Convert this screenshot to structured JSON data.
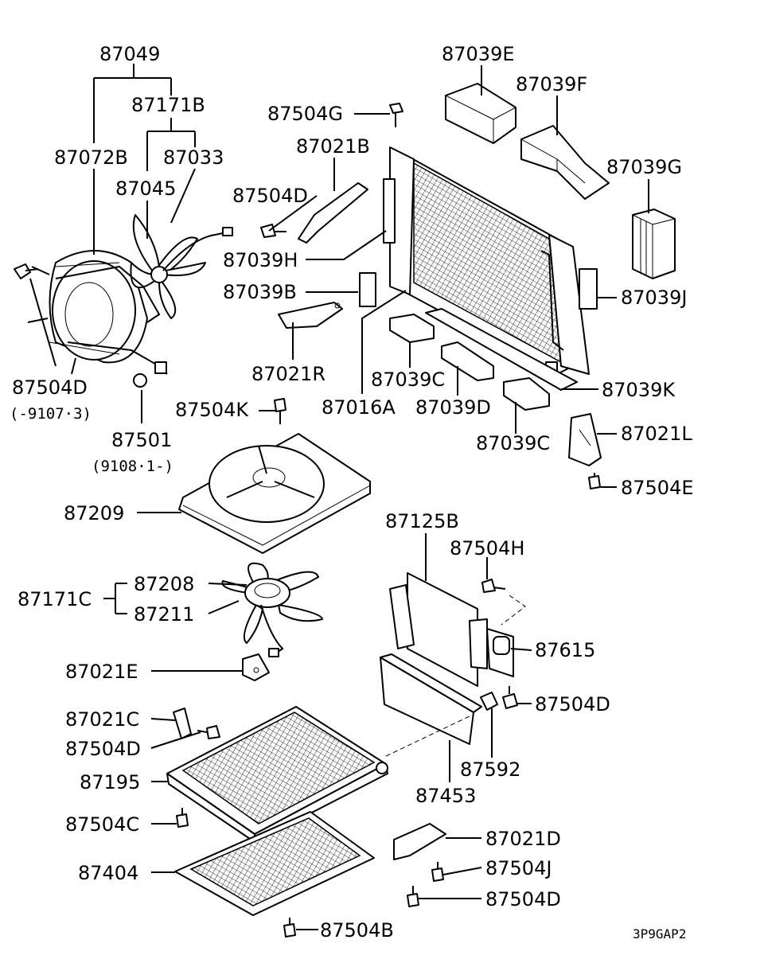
{
  "labels": {
    "p87049": "87049",
    "p87171B": "87171B",
    "p87072B": "87072B",
    "p87033": "87033",
    "p87045": "87045",
    "p87504G": "87504G",
    "p87021B": "87021B",
    "p87504D_top": "87504D",
    "p87039H": "87039H",
    "p87039B": "87039B",
    "p87021R": "87021R",
    "p87039E": "87039E",
    "p87039F": "87039F",
    "p87039G": "87039G",
    "p87039J": "87039J",
    "p87039K": "87039K",
    "p87039C_a": "87039C",
    "p87016A": "87016A",
    "p87039D": "87039D",
    "p87039C_b": "87039C",
    "p87021L": "87021L",
    "p87504E": "87504E",
    "p87504D_left": "87504D",
    "p87504D_left_note": "(-9107·3)",
    "p87504K": "87504K",
    "p87501": "87501",
    "p87501_note": "(9108·1-)",
    "p87209": "87209",
    "p87125B": "87125B",
    "p87504H": "87504H",
    "p87615": "87615",
    "p87171C": "87171C",
    "p87208": "87208",
    "p87211": "87211",
    "p87021E": "87021E",
    "p87504D_mid": "87504D",
    "p87021C": "87021C",
    "p87504D_low": "87504D",
    "p87195": "87195",
    "p87592": "87592",
    "p87453": "87453",
    "p87504C": "87504C",
    "p87021D": "87021D",
    "p87504J": "87504J",
    "p87404": "87404",
    "p87504D_bottom": "87504D",
    "p87504B": "87504B"
  },
  "drawing_code": "3P9GAP2"
}
